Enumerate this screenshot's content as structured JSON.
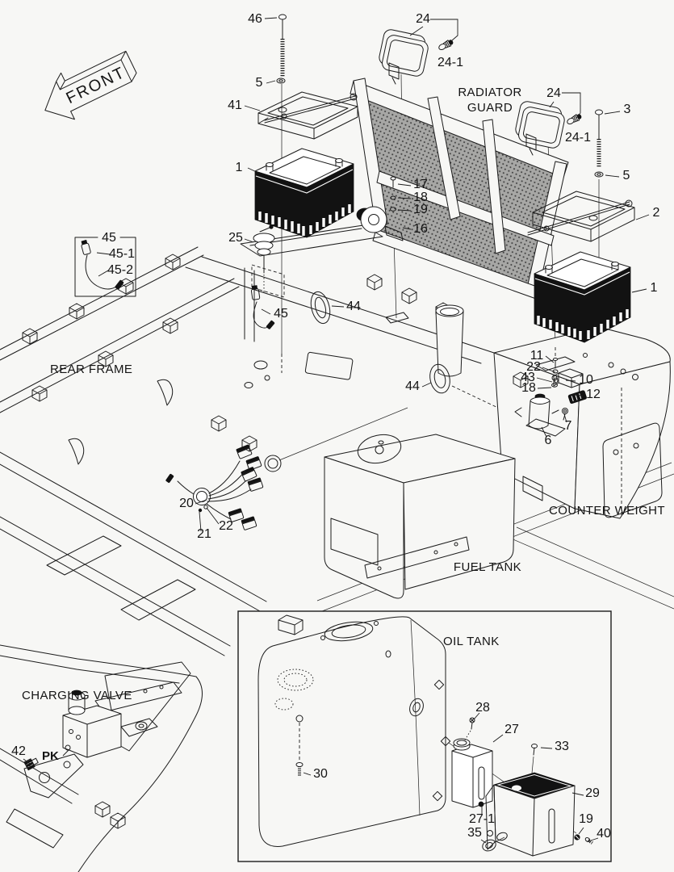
{
  "diagram": {
    "type": "exploded-parts-diagram",
    "colors": {
      "background": "#f7f7f5",
      "line": "#1c1c1c",
      "part_fill": "#121212",
      "mesh": "#9a9a9a"
    },
    "labels": {
      "front": "FRONT",
      "radiator_guard_line1": "RADIATOR",
      "radiator_guard_line2": "GUARD",
      "rear_frame": "REAR FRAME",
      "counter_weight": "COUNTER WEIGHT",
      "fuel_tank": "FUEL TANK",
      "oil_tank": "OIL TANK",
      "charging_valve": "CHARGING VALVE",
      "pk_port": "PK"
    },
    "callouts": {
      "c46": "46",
      "c5a": "5",
      "c41": "41",
      "c1a": "1",
      "c24a": "24",
      "c24_1a": "24-1",
      "c24b": "24",
      "c24_1b": "24-1",
      "c3": "3",
      "c5b": "5",
      "c2": "2",
      "c1b": "1",
      "c17": "17",
      "c18a": "18",
      "c19a": "19",
      "c16": "16",
      "c25": "25",
      "c45box": "45",
      "c45_1": "45-1",
      "c45_2": "45-2",
      "c45frame": "45",
      "c44a": "44",
      "c44b": "44",
      "c11": "11",
      "c22b": "22",
      "c43": "43",
      "c18b": "18",
      "c10": "10",
      "c12": "12",
      "c7": "7",
      "c6": "6",
      "c20": "20",
      "c21": "21",
      "c22c": "22",
      "c42": "42",
      "c28": "28",
      "c27": "27",
      "c33": "33",
      "c29": "29",
      "c27_1": "27-1",
      "c35": "35",
      "c19b": "19",
      "c40": "40",
      "c30": "30"
    }
  }
}
